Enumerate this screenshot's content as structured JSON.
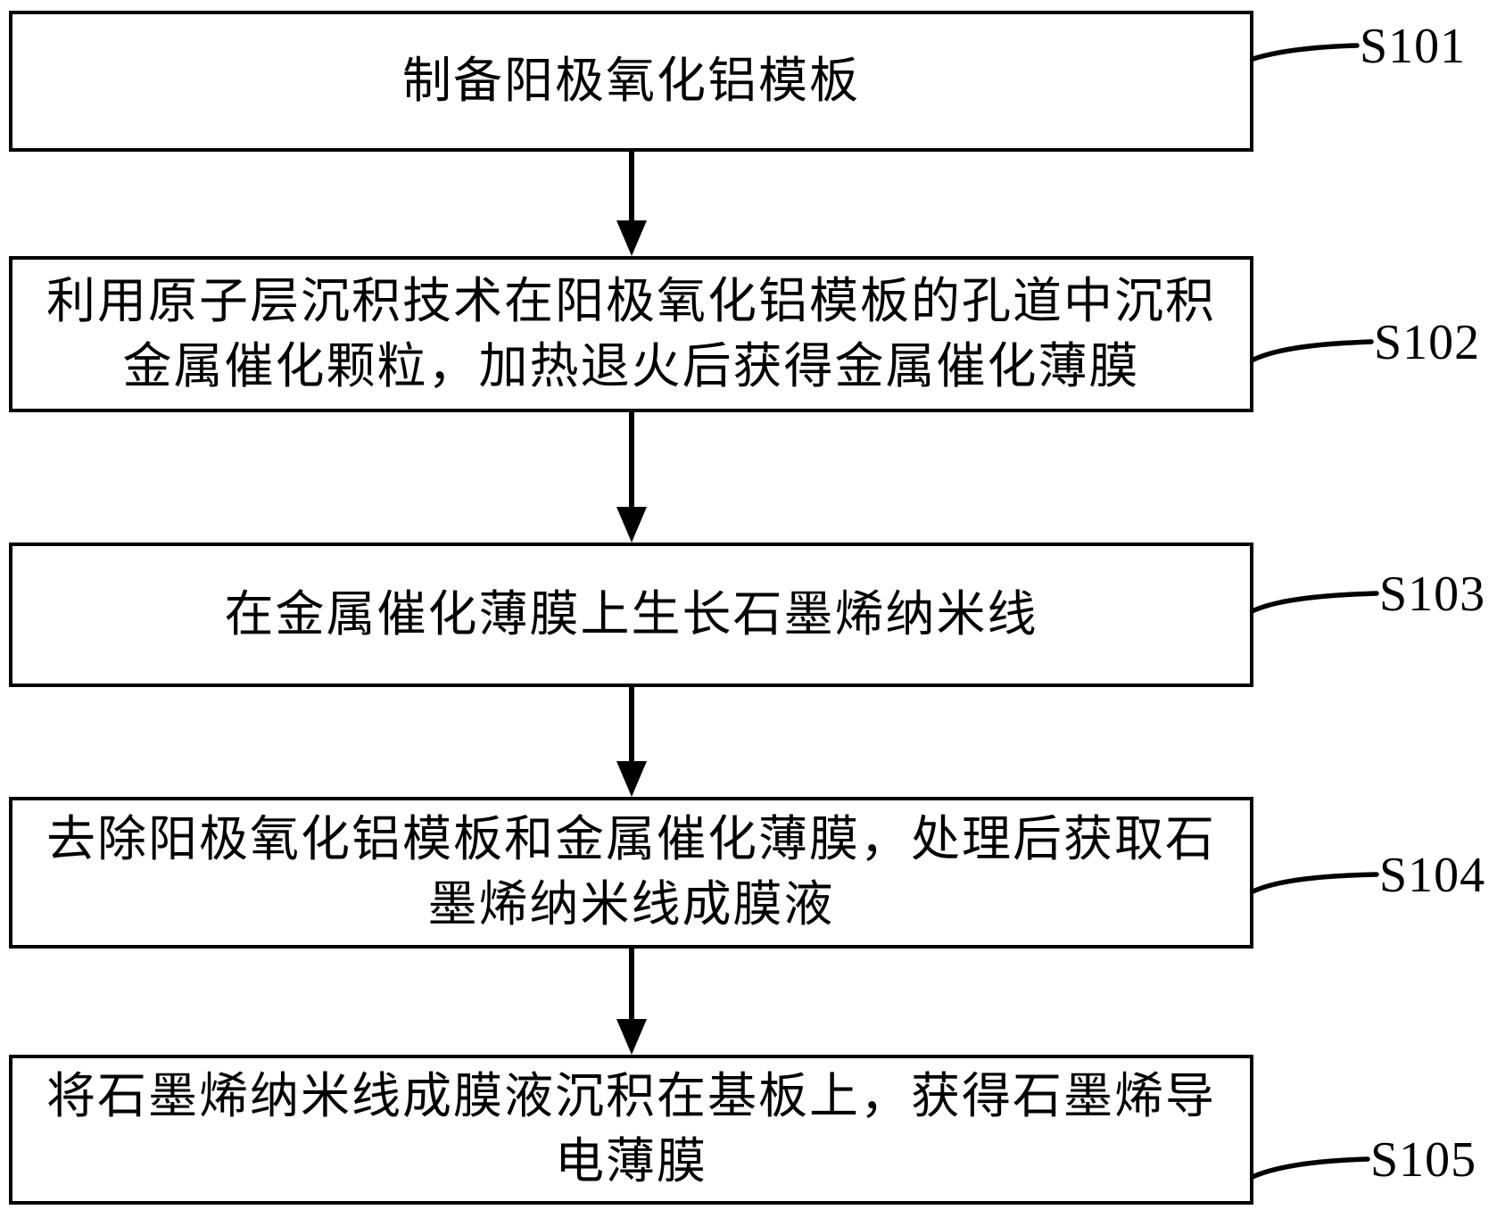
{
  "diagram": {
    "type": "flowchart",
    "direction": "top-down",
    "colors": {
      "line": "#000000",
      "text": "#000000",
      "background": "#ffffff"
    },
    "steps": [
      {
        "id": "S101",
        "label": "制备阳极氧化铝模板"
      },
      {
        "id": "S102",
        "label": "利用原子层沉积技术在阳极氧化铝模板的孔道中沉积\n金属催化颗粒，加热退火后获得金属催化薄膜"
      },
      {
        "id": "S103",
        "label": "在金属催化薄膜上生长石墨烯纳米线"
      },
      {
        "id": "S104",
        "label": "去除阳极氧化铝模板和金属催化薄膜，处理后获取石\n墨烯纳米线成膜液"
      },
      {
        "id": "S105",
        "label": "将石墨烯纳米线成膜液沉积在基板上，获得石墨烯导\n电薄膜"
      }
    ]
  }
}
